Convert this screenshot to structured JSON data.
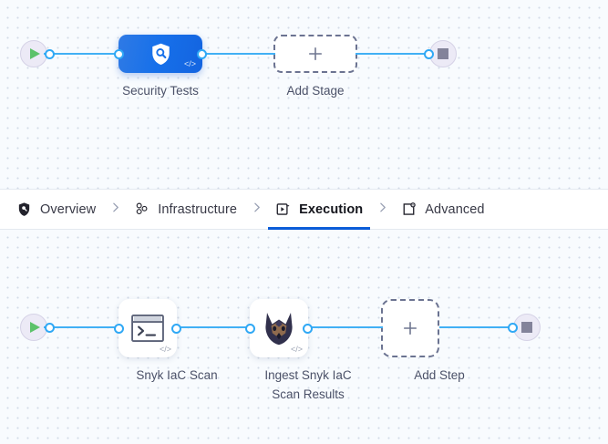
{
  "tabs": [
    {
      "label": "Overview",
      "icon": "shield-icon",
      "active": false
    },
    {
      "label": "Infrastructure",
      "icon": "nodes-cluster-icon",
      "active": false
    },
    {
      "label": "Execution",
      "icon": "play-box-icon",
      "active": true
    },
    {
      "label": "Advanced",
      "icon": "gear-box-icon",
      "active": false
    }
  ],
  "stage_canvas": {
    "start_node": {
      "name": "pipeline-start",
      "icon": "play-icon"
    },
    "end_node": {
      "name": "pipeline-end",
      "icon": "stop-icon"
    },
    "stage": {
      "label": "Security Tests",
      "icon": "shield-magnifier-icon",
      "badge": "</>"
    },
    "add_stage": {
      "label": "Add Stage",
      "icon": "plus-icon"
    }
  },
  "step_canvas": {
    "start_node": {
      "name": "steps-start",
      "icon": "play-icon"
    },
    "end_node": {
      "name": "steps-end",
      "icon": "stop-icon"
    },
    "steps": [
      {
        "label": "Snyk IaC Scan",
        "icon": "terminal-icon",
        "badge": "</>"
      },
      {
        "label": "Ingest Snyk IaC\nScan Results",
        "icon": "snyk-dog-icon",
        "badge": "</>"
      }
    ],
    "add_step": {
      "label": "Add Step",
      "icon": "plus-icon"
    }
  },
  "colors": {
    "edge": "#41b0f5",
    "port": "#2fa8f5",
    "stage_fill": "#1670ea",
    "active_tab_underline": "#0b5cd8",
    "canvas_bg": "#f8fbfe",
    "start_play": "#5cc26a",
    "end_stop": "#83839a"
  }
}
